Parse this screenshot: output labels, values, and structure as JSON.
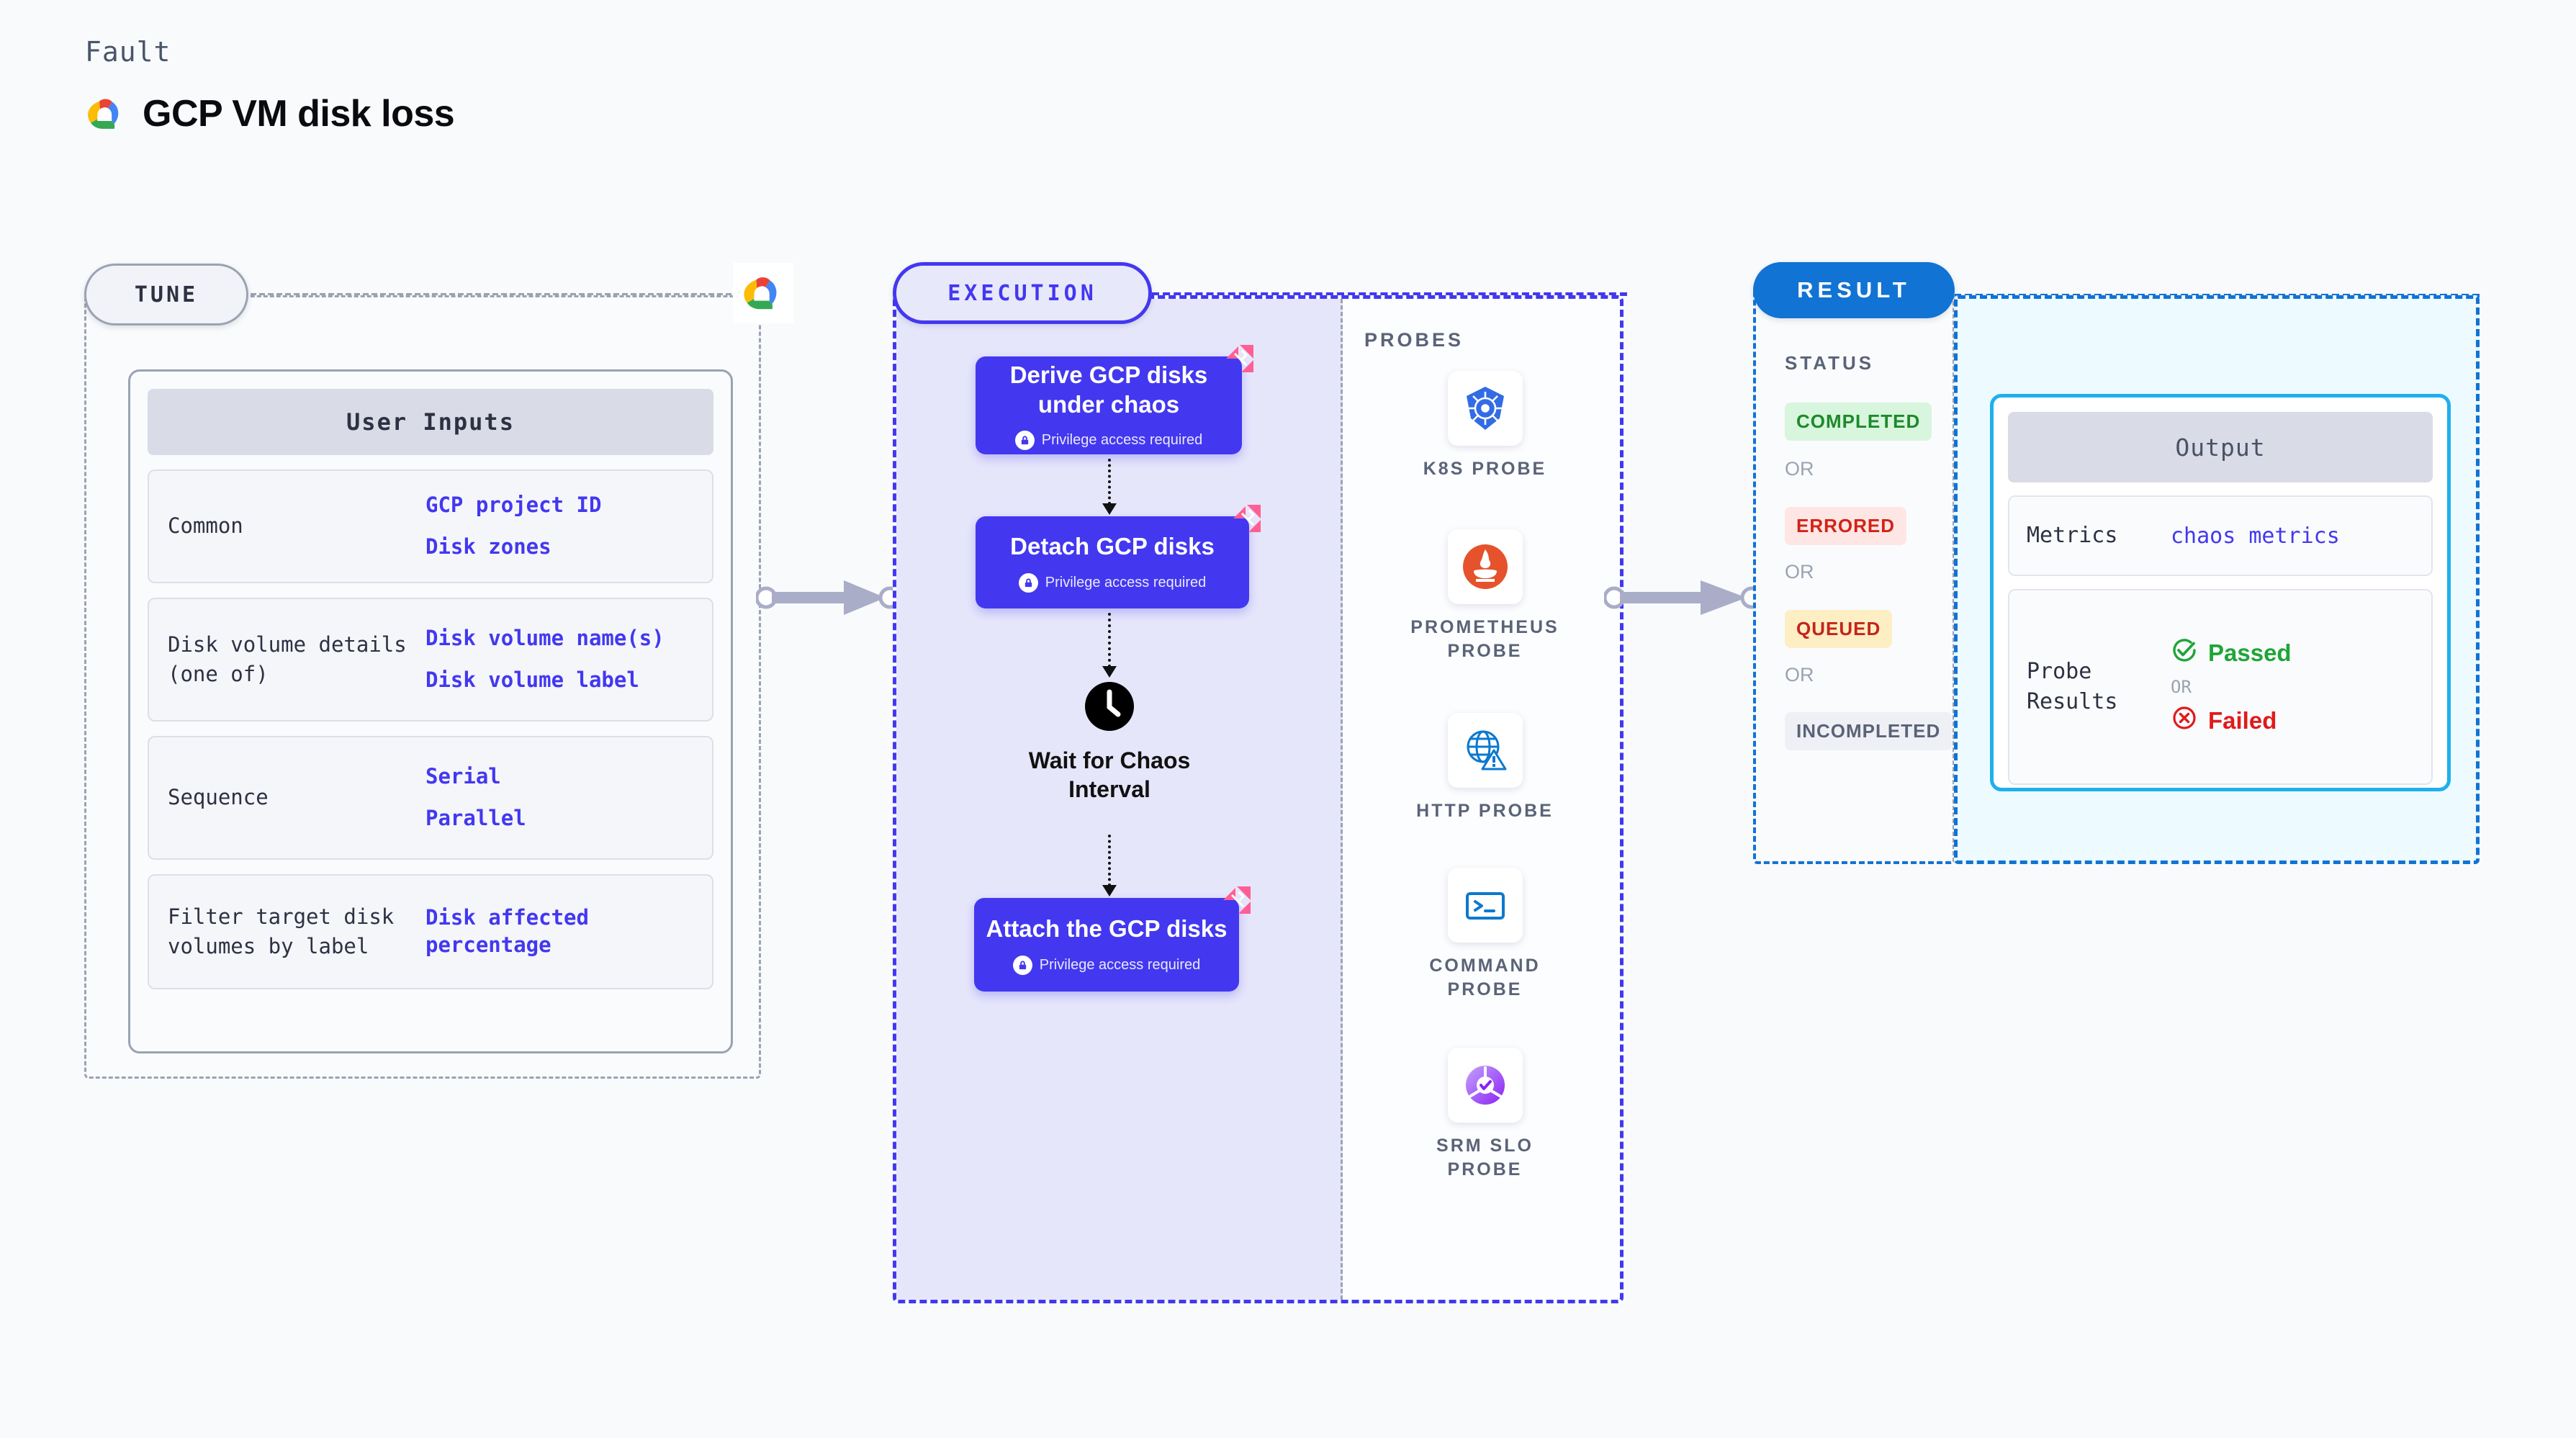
{
  "header": {
    "eyebrow": "Fault",
    "title": "GCP VM disk loss",
    "logo_icon": "gcp-cloud-icon"
  },
  "tune": {
    "chip_label": "TUNE",
    "badge_icon": "gcp-cloud-icon",
    "inputs_card_title": "User Inputs",
    "rows": [
      {
        "label": "Common",
        "values": [
          "GCP project ID",
          "Disk zones"
        ]
      },
      {
        "label": "Disk volume details (one of)",
        "values": [
          "Disk volume name(s)",
          "Disk volume label"
        ]
      },
      {
        "label": "Sequence",
        "values": [
          "Serial",
          "Parallel"
        ]
      },
      {
        "label": "Filter target disk volumes by label",
        "values": [
          "Disk affected percentage"
        ]
      }
    ]
  },
  "execution": {
    "chip_label": "EXECUTION",
    "privilege_note": "Privilege access required",
    "lock_icon": "lock-icon",
    "corner_icon": "litmus-arrow-badge-icon",
    "nodes": [
      {
        "title": "Derive GCP disks under chaos",
        "privilege": true
      },
      {
        "title": "Detach GCP disks",
        "privilege": true
      },
      {
        "title": "Wait for Chaos Interval",
        "privilege": false,
        "icon": "clock-icon"
      },
      {
        "title": "Attach the GCP disks",
        "privilege": true
      }
    ]
  },
  "probes": {
    "title": "PROBES",
    "items": [
      {
        "label": "K8S PROBE",
        "icon": "kubernetes-icon"
      },
      {
        "label": "PROMETHEUS PROBE",
        "icon": "prometheus-icon"
      },
      {
        "label": "HTTP PROBE",
        "icon": "http-globe-warning-icon"
      },
      {
        "label": "COMMAND PROBE",
        "icon": "terminal-icon"
      },
      {
        "label": "SRM SLO PROBE",
        "icon": "srm-slo-icon"
      }
    ]
  },
  "result": {
    "chip_label": "RESULT",
    "status_title": "STATUS",
    "or_label": "OR",
    "statuses": [
      {
        "label": "COMPLETED",
        "bg": "#d8f5dd",
        "fg": "#1d8a2c"
      },
      {
        "label": "ERRORED",
        "bg": "#fde6e4",
        "fg": "#d42216"
      },
      {
        "label": "QUEUED",
        "bg": "#fdeec3",
        "fg": "#c4241c"
      },
      {
        "label": "INCOMPLETED",
        "bg": "#eef0f6",
        "fg": "#5a6377"
      }
    ],
    "output": {
      "title": "Output",
      "metrics_label": "Metrics",
      "metrics_value": "chaos metrics",
      "probe_results_label": "Probe Results",
      "passed_label": "Passed",
      "failed_label": "Failed",
      "or_label": "OR",
      "passed_icon": "check-circle-icon",
      "failed_icon": "x-circle-icon"
    }
  },
  "colors": {
    "brand_purple": "#4338ef",
    "brand_blue": "#1173d4",
    "cyan": "#1eb0ed",
    "pink": "#ff5f93",
    "green": "#1fa537",
    "red": "#e01b1b",
    "gray_dash": "#9aa3b2"
  }
}
